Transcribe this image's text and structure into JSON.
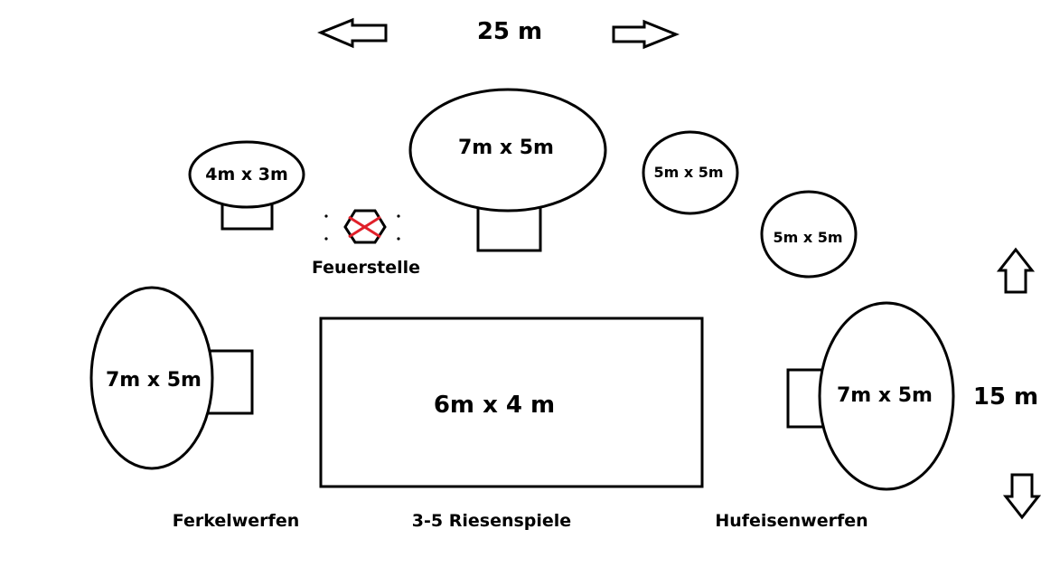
{
  "dimensions": {
    "width": "25 m",
    "height": "15 m"
  },
  "tents": {
    "small_left": "4m x 3m",
    "top_center": "7m x 5m",
    "top_right_1": "5m x 5m",
    "top_right_2": "5m x 5m",
    "left": "7m x 5m",
    "right": "7m x 5m"
  },
  "field": {
    "size": "6m x 4 m"
  },
  "labels": {
    "fireplace": "Feuerstelle",
    "left_game": "Ferkelwerfen",
    "center_game": "3-5 Riesenspiele",
    "right_game": "Hufeisenwerfen"
  },
  "colors": {
    "stroke": "#000000",
    "fire_mark": "#e0202a"
  }
}
